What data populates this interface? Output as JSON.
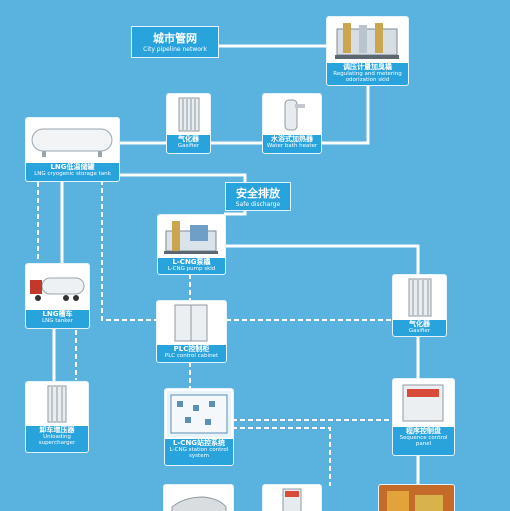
{
  "nodes": {
    "city_pipeline": {
      "zh": "城市管网",
      "en": "City pipeline network"
    },
    "regulating_skid": {
      "zh": "调压计量加臭橇",
      "en": "Regulating and metering odorization skid"
    },
    "gasifier_top": {
      "zh": "气化器",
      "en": "Gasifier"
    },
    "water_bath_heater": {
      "zh": "水浴式加热器",
      "en": "Water bath heater"
    },
    "lng_tank": {
      "zh": "LNG低温储罐",
      "en": "LNG cryogenic storage tank"
    },
    "safe_discharge": {
      "zh": "安全排放",
      "en": "Safe discharge"
    },
    "pump_skid": {
      "zh": "L-CNG泵橇",
      "en": "L-CNG pump skid"
    },
    "lng_tanker": {
      "zh": "LNG槽车",
      "en": "LNG tanker"
    },
    "plc_cabinet": {
      "zh": "PLC控制柜",
      "en": "PLC control cabinet"
    },
    "gasifier_right": {
      "zh": "气化器",
      "en": "Gasifier"
    },
    "unloading_supercharger": {
      "zh": "卸车增压器",
      "en": "Unloading supercharger"
    },
    "station_control": {
      "zh": "L-CNG站控系统",
      "en": "L-CNG station control system"
    },
    "sequence_panel": {
      "zh": "程序控制盘",
      "en": "Sequence control panel"
    }
  },
  "colors": {
    "background": "#5ab2df",
    "label": "#29a3dc",
    "line": "#ffffff"
  }
}
